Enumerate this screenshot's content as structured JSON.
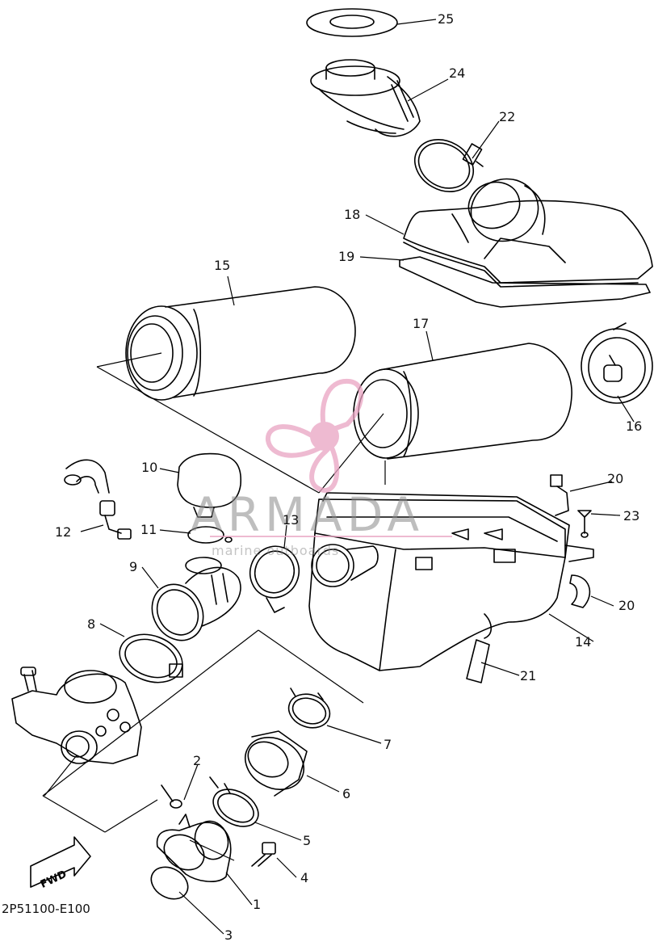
{
  "diagram_code": "2P51100-E100",
  "fwd_label": "FWD",
  "watermark": {
    "brand": "ARMADA",
    "tagline": "marine outboards",
    "color": "#e9a3c2",
    "text_color": "#8a8a8a"
  },
  "part_numbers": [
    "25",
    "24",
    "22",
    "18",
    "19",
    "15",
    "17",
    "16",
    "10",
    "12",
    "11",
    "13",
    "9",
    "20",
    "23",
    "8",
    "14",
    "21",
    "7",
    "2",
    "6",
    "5",
    "4",
    "1",
    "3"
  ]
}
